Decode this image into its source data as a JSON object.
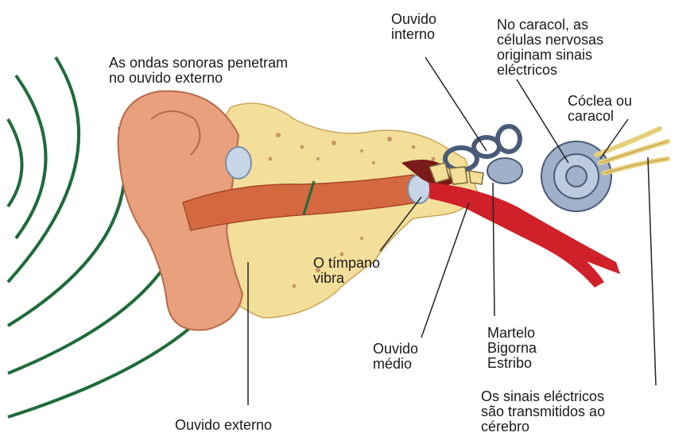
{
  "diagram": {
    "labels": {
      "sound_waves": [
        "As ondas sonoras penetram",
        "no ouvido externo"
      ],
      "inner_ear": [
        "Ouvido",
        "interno"
      ],
      "cochlea_signals": [
        "No caracol, as",
        "células nervosas",
        "originam sinais",
        "eléctricos"
      ],
      "cochlea": [
        "Cóclea ou",
        "caracol"
      ],
      "eardrum": [
        "O tímpano",
        "vibra"
      ],
      "middle_ear": [
        "Ouvido",
        "médio"
      ],
      "ossicles": [
        "Martelo",
        "Bigorna",
        "Estribo"
      ],
      "signals_brain": [
        "Os sinais eléctricos",
        "são transmitidos ao",
        "cérebro"
      ],
      "outer_ear": [
        "Ouvido externo"
      ]
    },
    "colors": {
      "sound_wave": "#1e6b3a",
      "skin": "#e9a07c",
      "canal": "#d4693f",
      "bone": "#f3df9a",
      "cochlea": "#9fb0c8",
      "vessel": "#d0202a",
      "leader": "#222222"
    }
  }
}
